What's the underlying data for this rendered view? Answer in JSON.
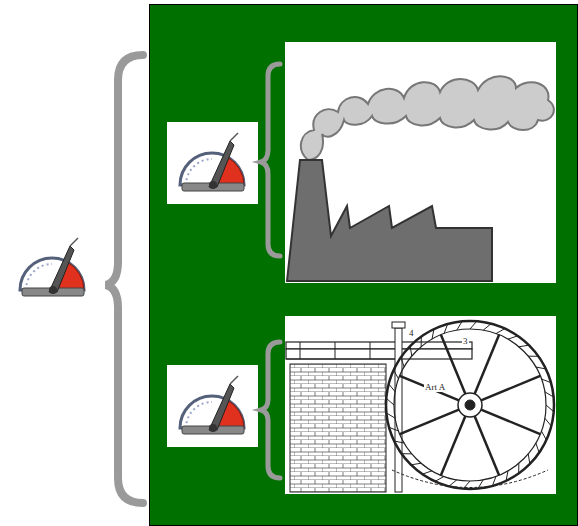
{
  "diagram": {
    "labels": [
      "4",
      "3",
      "Art A"
    ]
  }
}
